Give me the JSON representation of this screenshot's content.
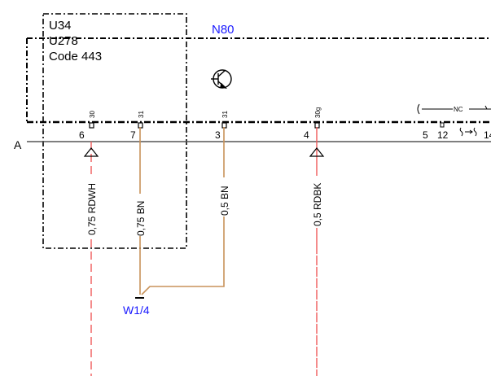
{
  "component_box": {
    "labels": [
      "U34",
      "U278",
      "Code 443"
    ]
  },
  "module": {
    "name": "N80",
    "name_color": "#1a1aff",
    "symbol_icon": "transistor-icon"
  },
  "connector": {
    "name": "A"
  },
  "pins": [
    {
      "number": "6",
      "terminal": "30"
    },
    {
      "number": "7",
      "terminal": "31"
    },
    {
      "number": "3",
      "terminal": "31"
    },
    {
      "number": "4",
      "terminal": "30g"
    },
    {
      "number": "5",
      "terminal": ""
    },
    {
      "number": "12",
      "terminal": ""
    },
    {
      "number": "14",
      "terminal": ""
    }
  ],
  "wires": [
    {
      "label": "0,75 RDWH",
      "color": "#ef5a5a",
      "dashed": true
    },
    {
      "label": "0,75 BN",
      "color": "#c8925a",
      "dashed": false
    },
    {
      "label": "0,5 BN",
      "color": "#c8925a",
      "dashed": false
    },
    {
      "label": "0,5 RDBK",
      "color": "#ef5a5a",
      "dashed": false
    }
  ],
  "nc_label": "NC",
  "ground": {
    "label": "W1/4",
    "color": "#1a1aff"
  }
}
